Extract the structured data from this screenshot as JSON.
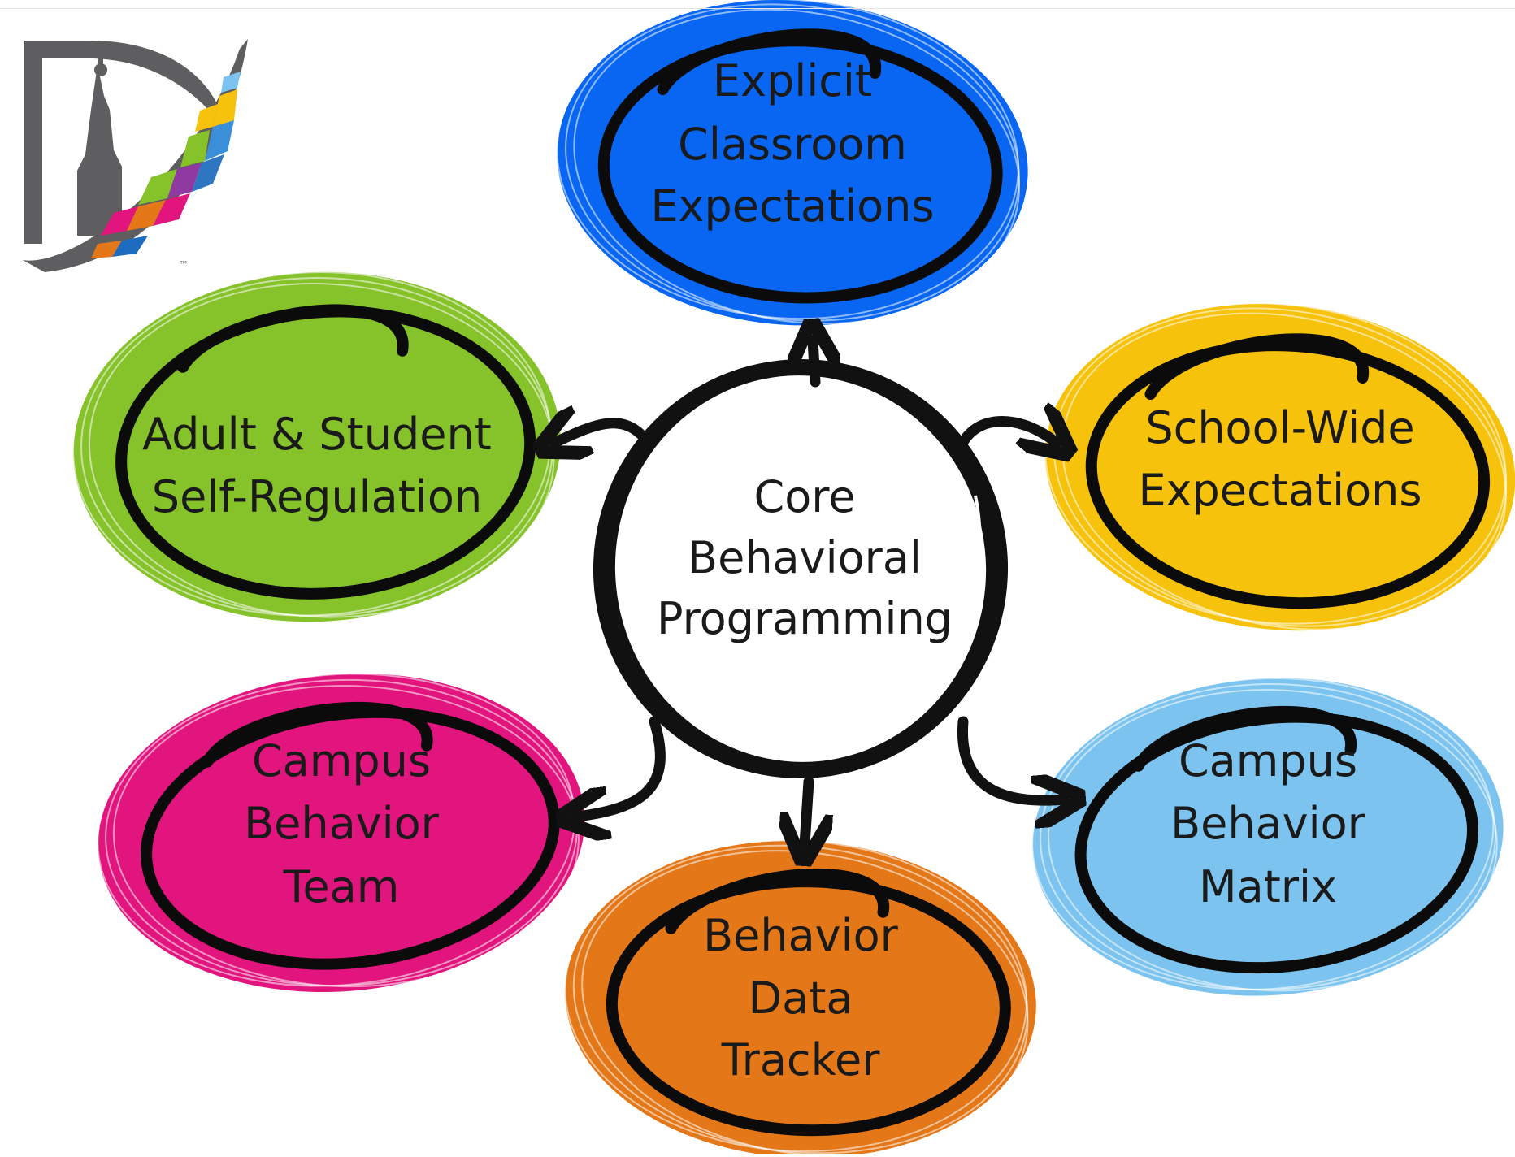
{
  "logo": {
    "name": "district-logo",
    "trademark": "™"
  },
  "center": {
    "lines": [
      "Core",
      "Behavioral",
      "Programming"
    ]
  },
  "nodes": [
    {
      "id": "explicit-classroom-expectations",
      "lines": [
        "Explicit",
        "Classroom",
        "Expectations"
      ],
      "color": "#0866f2"
    },
    {
      "id": "school-wide-expectations",
      "lines": [
        "School-Wide",
        "Expectations"
      ],
      "color": "#f6c20b"
    },
    {
      "id": "campus-behavior-matrix",
      "lines": [
        "Campus",
        "Behavior",
        "Matrix"
      ],
      "color": "#7cc4ef"
    },
    {
      "id": "behavior-data-tracker",
      "lines": [
        "Behavior",
        "Data",
        "Tracker"
      ],
      "color": "#e47819"
    },
    {
      "id": "campus-behavior-team",
      "lines": [
        "Campus",
        "Behavior",
        "Team"
      ],
      "color": "#e1157d"
    },
    {
      "id": "adult-student-self-regulation",
      "lines": [
        "Adult & Student",
        "Self-Regulation"
      ],
      "color": "#86c22a"
    }
  ]
}
